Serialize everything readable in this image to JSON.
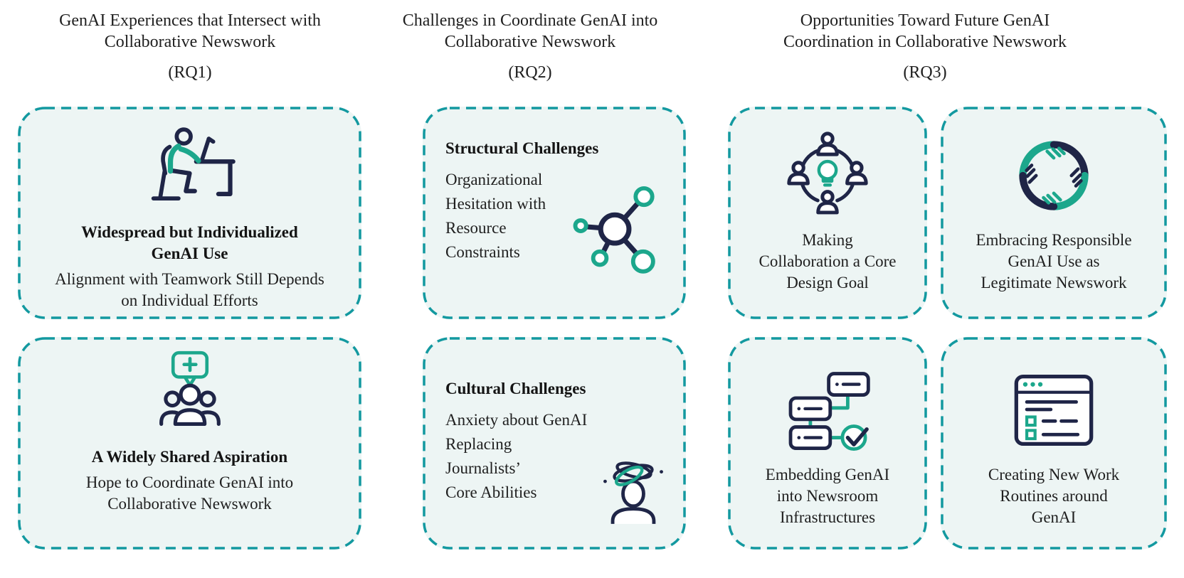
{
  "figure": "GenAI and Collaborative Newswork findings overview",
  "colors": {
    "card_border_teal": "#1399A0",
    "card_background": "#EDF5F4",
    "icon_navy": "#1F2547",
    "icon_teal": "#1CA78C",
    "text": "#1F1F1F"
  },
  "columns": [
    {
      "header": {
        "title": "GenAI Experiences that Intersect with\nCollaborative Newswork",
        "rq": "(RQ1)"
      },
      "cards": [
        {
          "icon": "person-at-desk",
          "title": "Widespread but Individualized\nGenAI Use",
          "body": "Alignment with Teamwork Still Depends\non Individual Efforts"
        },
        {
          "icon": "team-plus-speech-bubble",
          "title": "A Widely Shared Aspiration",
          "body": "Hope to Coordinate GenAI into\nCollaborative Newswork"
        }
      ]
    },
    {
      "header": {
        "title": "Challenges in Coordinate GenAI into\nCollaborative Newswork",
        "rq": "(RQ2)"
      },
      "cards": [
        {
          "icon": "network-nodes",
          "title": "Structural Challenges",
          "body": "Organizational\nHesitation with\nResource\nConstraints"
        },
        {
          "icon": "dizzy-person",
          "title": "Cultural Challenges",
          "body": "Anxiety about GenAI\nReplacing\nJournalists’\nCore Abilities"
        }
      ]
    },
    {
      "header": {
        "title": "Opportunities Toward Future GenAI\nCoordination in  Collaborative Newswork",
        "rq": "(RQ3)"
      },
      "cards": [
        {
          "icon": "people-around-lightbulb",
          "body": "Making\nCollaboration a Core\nDesign Goal"
        },
        {
          "icon": "interlocked-hands",
          "body": "Embracing Responsible\nGenAI Use as\nLegitimate Newswork"
        },
        {
          "icon": "flowchart-checkmark",
          "body": "Embedding GenAI\ninto Newsroom\nInfrastructures"
        },
        {
          "icon": "browser-checklist",
          "body": "Creating New Work\nRoutines around\nGenAI"
        }
      ]
    }
  ]
}
